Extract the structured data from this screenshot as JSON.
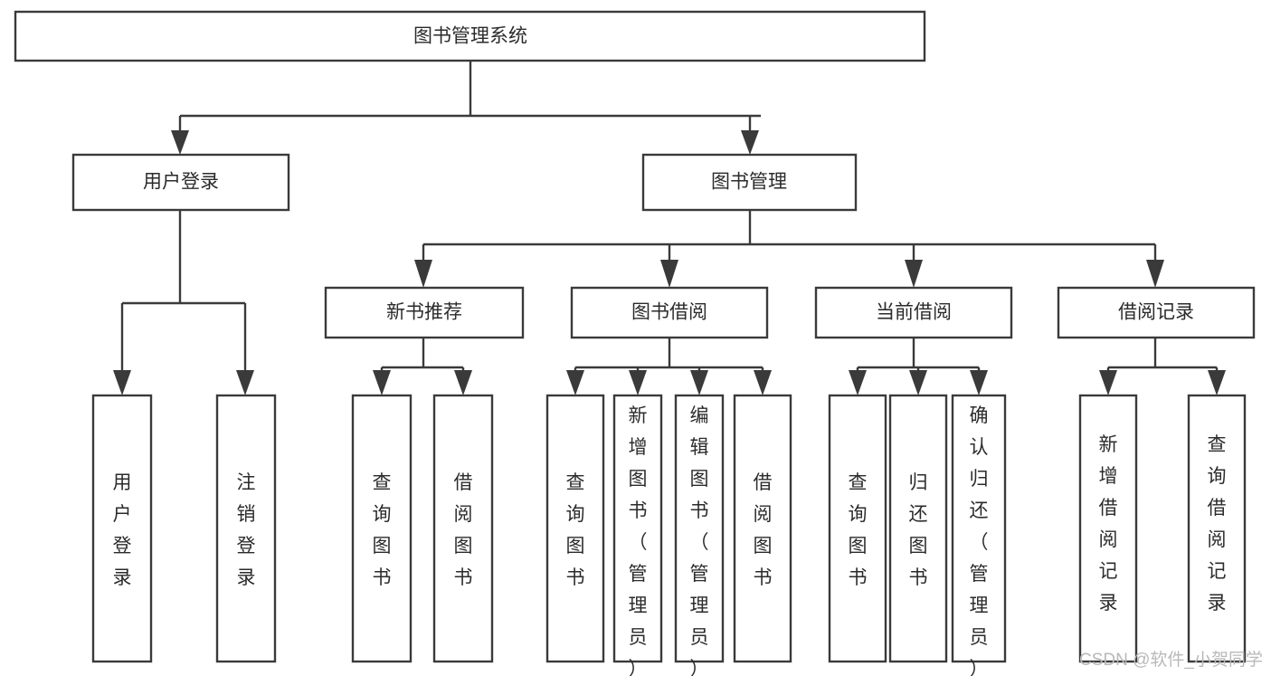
{
  "diagram": {
    "title": "图书管理系统",
    "type": "hierarchy-tree",
    "orientation": "top-down",
    "levels": 4,
    "colors": {
      "box_stroke": "#3a3a3a",
      "box_fill": "#ffffff",
      "connector": "#3a3a3a",
      "label_text": "#2b2b2b",
      "background": "#ffffff",
      "watermark": "#b9b9b9"
    },
    "root": {
      "id": "root",
      "label": "图书管理系统"
    },
    "level1": [
      {
        "id": "user-login",
        "label": "用户登录"
      },
      {
        "id": "book-manage",
        "label": "图书管理"
      }
    ],
    "level2": [
      {
        "id": "new-book-recommend",
        "label": "新书推荐",
        "parent": "book-manage"
      },
      {
        "id": "book-borrow",
        "label": "图书借阅",
        "parent": "book-manage"
      },
      {
        "id": "current-borrow",
        "label": "当前借阅",
        "parent": "book-manage"
      },
      {
        "id": "borrow-record",
        "label": "借阅记录",
        "parent": "book-manage"
      }
    ],
    "leaves": {
      "user-login": [
        {
          "id": "leaf-user-login",
          "label": "用户登录"
        },
        {
          "id": "leaf-logout-login",
          "label": "注销登录"
        }
      ],
      "new-book-recommend": [
        {
          "id": "leaf-query-book-1",
          "label": "查询图书"
        },
        {
          "id": "leaf-borrow-book-1",
          "label": "借阅图书"
        }
      ],
      "book-borrow": [
        {
          "id": "leaf-query-book-2",
          "label": "查询图书"
        },
        {
          "id": "leaf-add-book",
          "label": "新增图书（管理员）"
        },
        {
          "id": "leaf-edit-book",
          "label": "编辑图书（管理员）"
        },
        {
          "id": "leaf-borrow-book-2",
          "label": "借阅图书"
        }
      ],
      "current-borrow": [
        {
          "id": "leaf-query-book-3",
          "label": "查询图书"
        },
        {
          "id": "leaf-return-book",
          "label": "归还图书"
        },
        {
          "id": "leaf-confirm-return",
          "label": "确认归还（管理员）"
        }
      ],
      "borrow-record": [
        {
          "id": "leaf-add-record",
          "label": "新增借阅记录"
        },
        {
          "id": "leaf-query-record",
          "label": "查询借阅记录"
        }
      ]
    }
  },
  "watermark": {
    "text": "CSDN @软件_小贺同学"
  }
}
